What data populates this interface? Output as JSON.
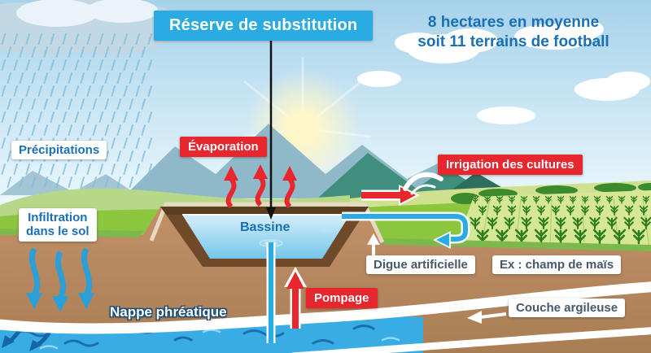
{
  "title": "Réserve de substitution",
  "stats": {
    "line1": "8 hectares en moyenne",
    "line2": "soit 11 terrains de football"
  },
  "labels": {
    "precipitations": "Précipitations",
    "evaporation": "Évaporation",
    "irrigation": "Irrigation des cultures",
    "infiltration": {
      "line1": "Infiltration",
      "line2": "dans le sol"
    },
    "bassine": "Bassine",
    "digue": "Digue artificielle",
    "champ_mais": "Ex : champ de maïs",
    "pompage": "Pompage",
    "nappe": "Nappe phréatique",
    "couche": "Couche argileuse"
  },
  "colors": {
    "banner_bg": "#2aabe2",
    "badge_red": "#e8262d",
    "text_blue": "#1a6fb5",
    "label_dark": "#46586a",
    "badge_white": "#ffffff"
  }
}
